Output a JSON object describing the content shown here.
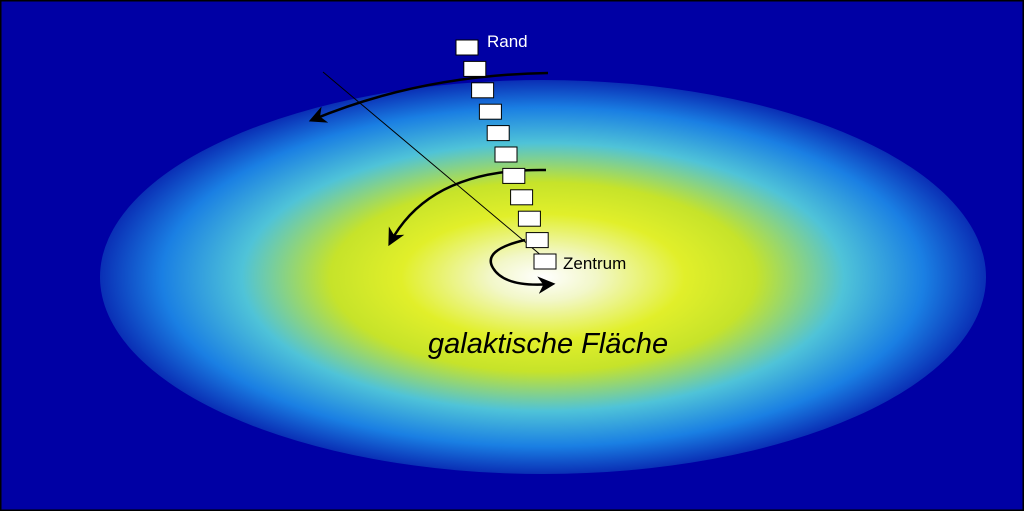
{
  "diagram": {
    "labels": {
      "edge": "Rand",
      "center": "Zentrum",
      "plane": "galaktische Fläche"
    },
    "star_count": 11,
    "colors": {
      "background": "#0000a4",
      "frame": "#000000",
      "disk_stops": [
        "#ffffff",
        "#f2f7c8",
        "#e1ef2a",
        "#c6e32a",
        "#4fc3d8",
        "#1a7fe3",
        "#0a2fb5"
      ],
      "arrow": "#000000",
      "star_fill": "#ffffff"
    }
  }
}
